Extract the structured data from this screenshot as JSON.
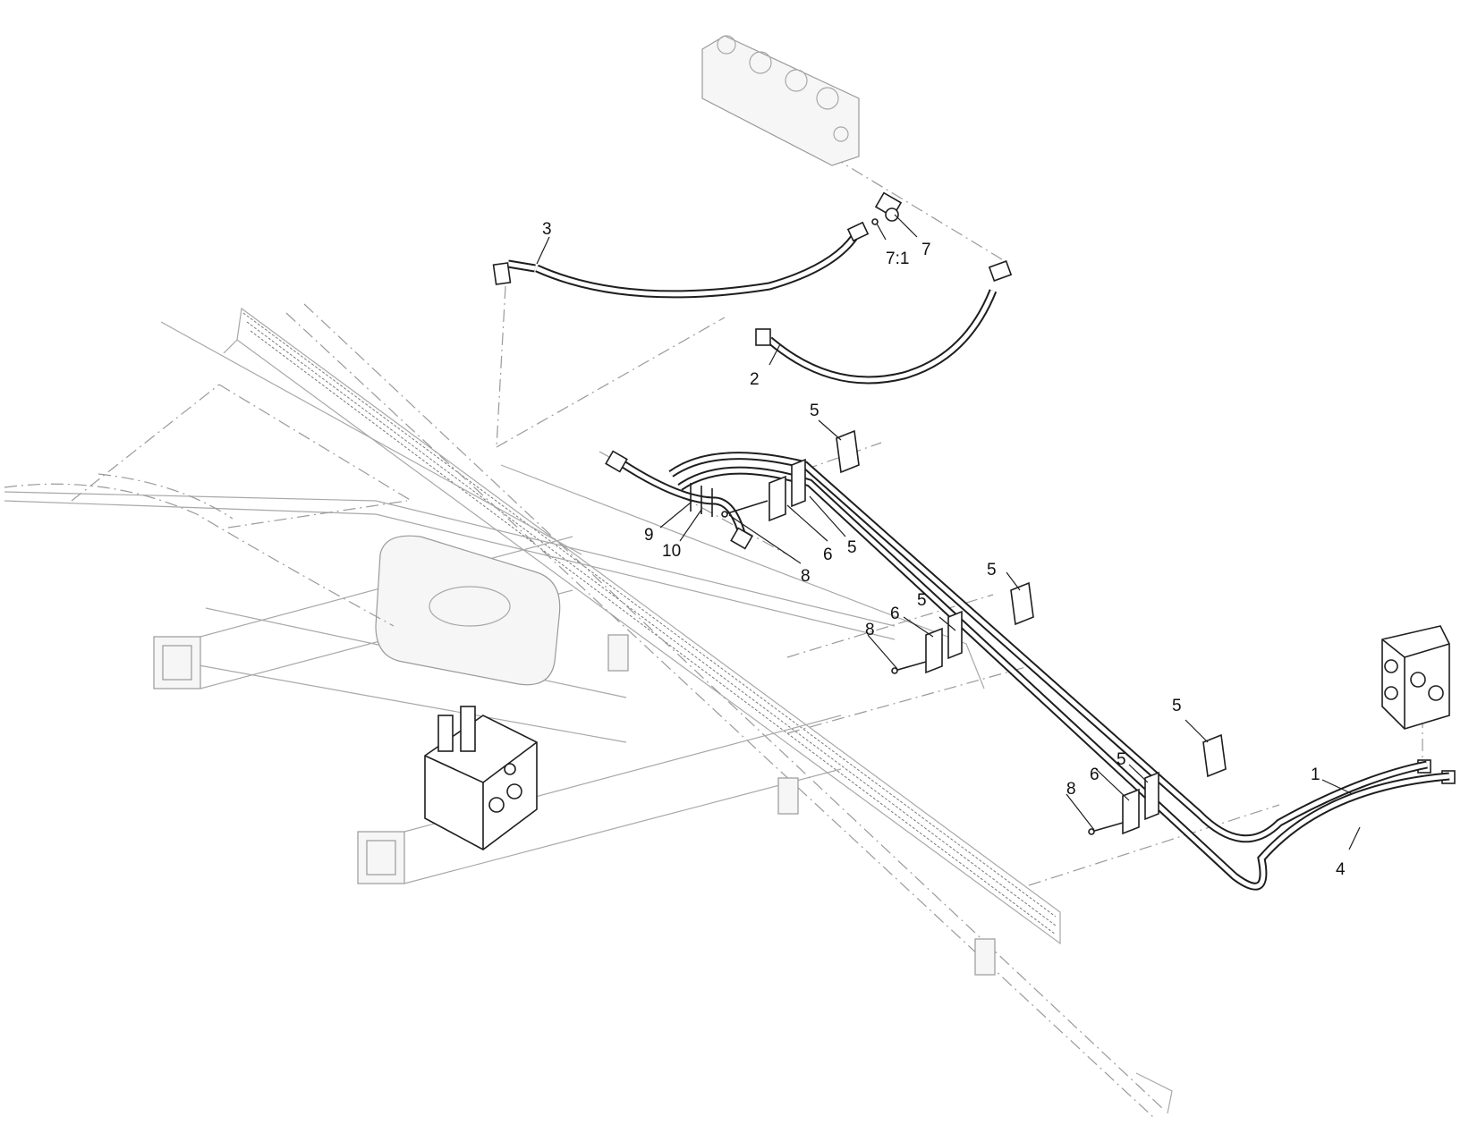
{
  "diagram": {
    "callouts": [
      {
        "id": "c1",
        "text": "1"
      },
      {
        "id": "c2",
        "text": "2"
      },
      {
        "id": "c3",
        "text": "3"
      },
      {
        "id": "c4",
        "text": "4"
      },
      {
        "id": "c5a",
        "text": "5"
      },
      {
        "id": "c5b",
        "text": "5"
      },
      {
        "id": "c5c",
        "text": "5"
      },
      {
        "id": "c5d",
        "text": "5"
      },
      {
        "id": "c5e",
        "text": "5"
      },
      {
        "id": "c5f",
        "text": "5"
      },
      {
        "id": "c6a",
        "text": "6"
      },
      {
        "id": "c6b",
        "text": "6"
      },
      {
        "id": "c6c",
        "text": "6"
      },
      {
        "id": "c7",
        "text": "7"
      },
      {
        "id": "c71",
        "text": "7:1"
      },
      {
        "id": "c8a",
        "text": "8"
      },
      {
        "id": "c8b",
        "text": "8"
      },
      {
        "id": "c8c",
        "text": "8"
      },
      {
        "id": "c9",
        "text": "9"
      },
      {
        "id": "c10",
        "text": "10"
      }
    ]
  }
}
